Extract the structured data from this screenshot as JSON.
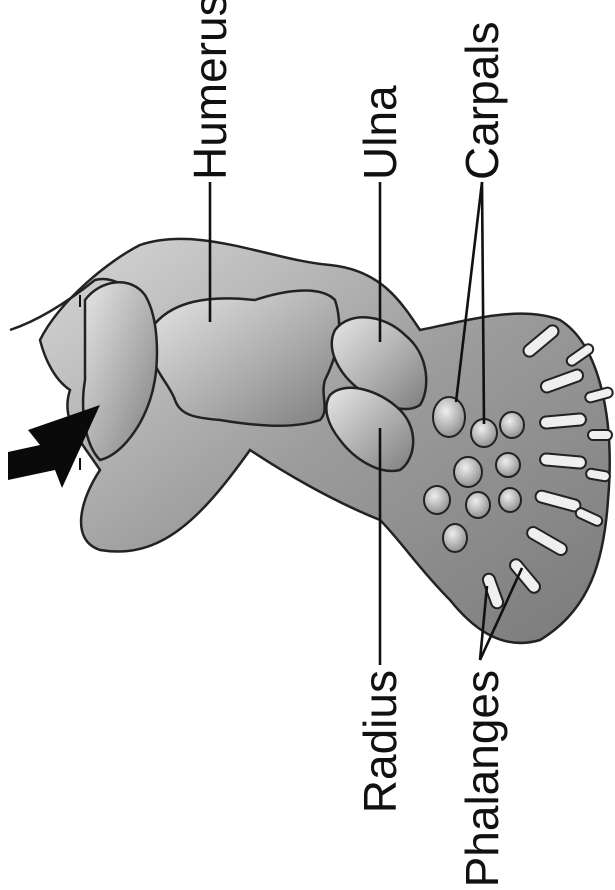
{
  "labels": {
    "humerus": "Humerus",
    "ulna": "Ulna",
    "carpals": "Carpals",
    "radius": "Radius",
    "phalanges": "Phalanges"
  },
  "colors": {
    "ink": "#111111",
    "flipper_shade": "#9a9a9a",
    "bone_fill": "#b8b8b8"
  }
}
